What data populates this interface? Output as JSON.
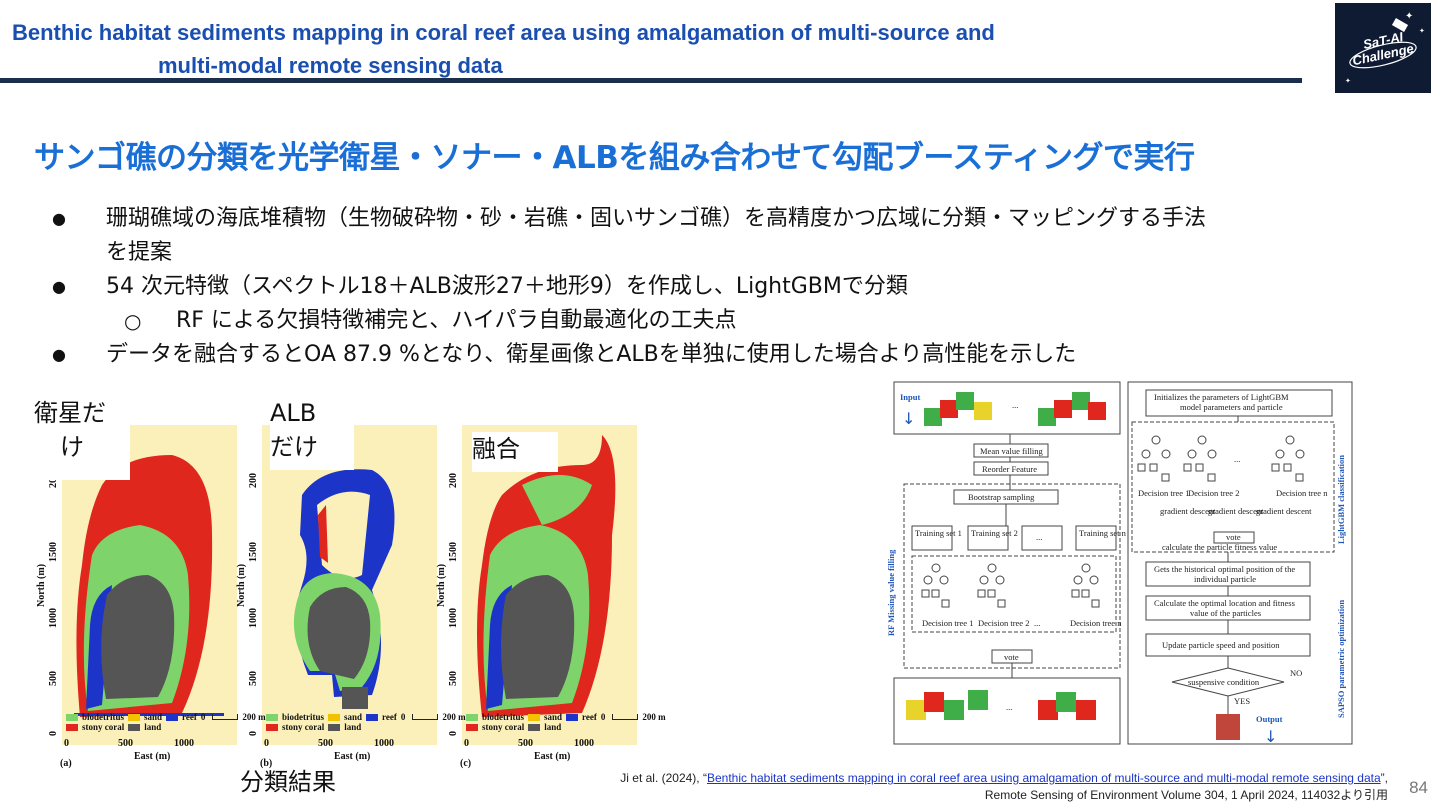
{
  "header": {
    "title_line1": "Benthic habitat sediments mapping in coral reef area using amalgamation of multi-source and",
    "title_line2": "multi-modal remote sensing data",
    "logo_line1": "SaT-AI",
    "logo_line2": "Challenge"
  },
  "subtitle": "サンゴ礁の分類を光学衛星・ソナー・ALBを組み合わせて勾配ブースティングで実行",
  "bullets": [
    {
      "level": 1,
      "text": "珊瑚礁域の海底堆積物（生物破砕物・砂・岩礁・固いサンゴ礁）を高精度かつ広域に分類・マッピングする手法"
    },
    {
      "level": 1,
      "text": "を提案"
    },
    {
      "level": 1,
      "text": "54 次元特徴（スペクトル18＋ALB波形27＋地形9）を作成し、LightGBMで分類"
    },
    {
      "level": 2,
      "text": "RF による欠損特徴補完と、ハイパラ自動最適化の工夫点"
    },
    {
      "level": 1,
      "text": "データを融合するとOA 87.9 %となり、衛星画像とALBを単独に使用した場合より高性能を示した"
    }
  ],
  "bullet_marker": "●",
  "sub_bullet_marker": "○",
  "panels": {
    "labels": [
      {
        "line1": "衛星だ",
        "line2": "け"
      },
      {
        "line1": "ALB",
        "line2": "だけ"
      },
      {
        "line1": "融合",
        "line2": ""
      }
    ],
    "panel_letters": [
      "(a)",
      "(b)",
      "(c)"
    ],
    "y_ticks": [
      "0",
      "500",
      "1000",
      "1500",
      "200"
    ],
    "y_label": "North (m)",
    "x_ticks": [
      "0",
      "500",
      "1000"
    ],
    "x_label": "East (m)",
    "legend": {
      "biodetritus": "biodetritus",
      "sand": "sand",
      "reef": "reef",
      "stony_coral": "stony coral",
      "land": "land",
      "scale_left": "0",
      "scale_right": "200 m"
    },
    "bottom_label": "分類結果"
  },
  "colors": {
    "title_blue": "#1a4fb0",
    "subtitle_blue": "#1a6fd6",
    "header_rule": "#1b2e4b",
    "biodetritus": "#7fd36b",
    "sand": "#f2c200",
    "reef": "#1c35c8",
    "stony_coral": "#e0271e",
    "land": "#555555",
    "map_bg": "#fbf0b9"
  },
  "diagram": {
    "input": "Input",
    "mean_value_filling": "Mean value filling",
    "reorder_feature": "Reorder Feature",
    "bootstrap_sampling": "Bootstrap sampling",
    "training_sets": [
      "Training set 1",
      "Training set 2",
      "...",
      "Training set n"
    ],
    "rf_decision_trees": [
      "Decision tree 1",
      "Decision tree 2",
      "...",
      "Decision tree n"
    ],
    "vote": "vote",
    "rf_side_label": "RF Missing value filling",
    "init_params_line1": "Initializes the parameters of LightGBM",
    "init_params_line2": "model parameters and particle",
    "lgbm_decision_trees": [
      "Decision tree 1",
      "Decision tree 2",
      "Decision tree n"
    ],
    "gradient_descent": "gradient descent",
    "lgbm_vote": "vote",
    "fitness": "calculate the particle fitness value",
    "lgbm_side_label": "LightGBM classification",
    "historical_line1": "Gets the historical optimal position of the",
    "historical_line2": "individual particle",
    "optimal_line1": "Calculate the optimal location and fitness",
    "optimal_line2": "value of the particles",
    "update": "Update particle speed and position",
    "suspensive": "suspensive condition",
    "no": "NO",
    "yes": "YES",
    "output": "Output",
    "sapso_side_label": "SAPSO parametric optimization",
    "ellipsis": "..."
  },
  "citation": {
    "prefix": "Ji et al. (2024), “",
    "link": "Benthic habitat sediments mapping in coral reef area using amalgamation of multi-source and multi-modal remote sensing data",
    "suffix": "”,",
    "line2": "Remote Sensing of Environment Volume 304, 1 April 2024, 114032より引用"
  },
  "page_number": "84"
}
